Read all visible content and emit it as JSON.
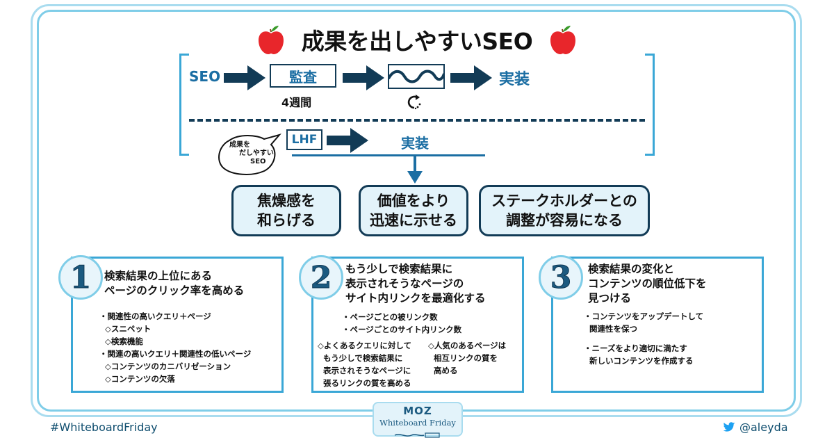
{
  "title": "成果を出しやすいSEO",
  "icons": {
    "apple_left": "apple-icon",
    "apple_right": "apple-icon",
    "cycle": "refresh-cycle-icon",
    "wave": "wave-icon",
    "twitter": "twitter-bird-icon"
  },
  "flow_top": {
    "start": "SEO",
    "audit": "監査",
    "audit_duration": "4週間",
    "end": "実装"
  },
  "flow_bottom": {
    "lhf": "LHF",
    "end": "実装",
    "speech_bubble": [
      "成果を",
      "だしやすい",
      "SEO"
    ]
  },
  "benefits": [
    {
      "lines": [
        "焦燥感を",
        "和らげる"
      ]
    },
    {
      "lines": [
        "価値をより",
        "迅速に示せる"
      ]
    },
    {
      "lines": [
        "ステークホルダーとの",
        "調整が容易になる"
      ]
    }
  ],
  "cards": [
    {
      "number": "1",
      "title": [
        "検索結果の上位にある",
        "ページのクリック率を高める"
      ],
      "bullets": [
        "・関連性の高いクエリ＋ページ",
        "◇スニペット",
        "◇検索機能",
        "・関連の高いクエリ＋関連性の低いページ",
        "◇コンテンツのカニバリゼーション",
        "◇コンテンツの欠落"
      ]
    },
    {
      "number": "2",
      "title": [
        "もう少しで検索結果に",
        "表示されそうなページの",
        "サイト内リンクを最適化する"
      ],
      "bullets": [
        "・ページごとの被リンク数",
        "・ページごとのサイト内リンク数"
      ],
      "col_left": [
        "◇よくあるクエリに対して",
        "もう少しで検索結果に",
        "表示されそうなページに",
        "張るリンクの質を高める"
      ],
      "col_right": [
        "◇人気のあるページは",
        "相互リンクの質を",
        "高める"
      ]
    },
    {
      "number": "3",
      "title": [
        "検索結果の変化と",
        "コンテンツの順位低下を",
        "見つける"
      ],
      "bullets": [
        "・コンテンツをアップデートして",
        "関連性を保つ",
        "・ニーズをより適切に満たす",
        "新しいコンテンツを作成する"
      ]
    }
  ],
  "footer": {
    "hashtag": "#WhiteboardFriday",
    "handle": "@aleyda",
    "badge_logo": "MOZ",
    "badge_text": "Whiteboard Friday"
  },
  "colors": {
    "navy": "#123b56",
    "blue_text": "#1b6ea3",
    "frame": "#7fcde8",
    "benefit_bg": "#e3f3fa",
    "apple_red": "#e8262b"
  }
}
